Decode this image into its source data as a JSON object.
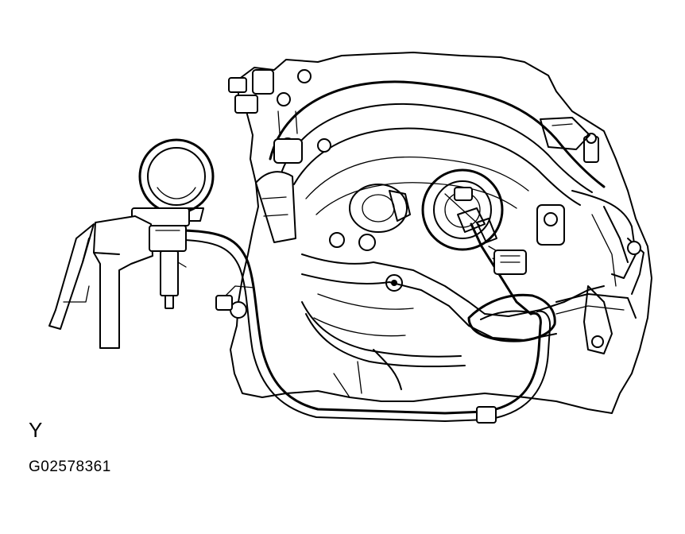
{
  "diagram": {
    "letter": "Y",
    "code": "G02578361"
  },
  "components": {
    "vacuum_gauge_icon": "vacuum-gauge",
    "vacuum_hose_icon": "vacuum-hose",
    "engine_icon": "intake-manifold"
  },
  "colors": {
    "ink": "#000000",
    "paper": "#ffffff"
  }
}
